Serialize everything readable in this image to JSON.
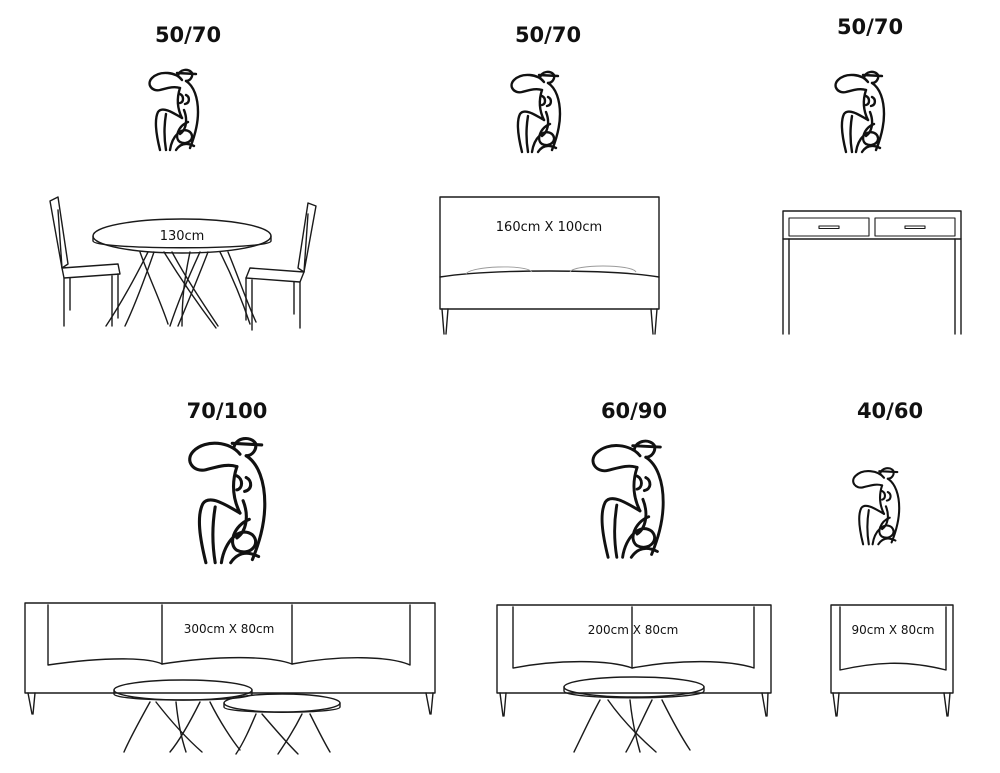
{
  "scenes": [
    {
      "title": "50/70",
      "furniture": "dining-table",
      "dimension": "130cm"
    },
    {
      "title": "50/70",
      "furniture": "bed",
      "dimension": "160cm X 100cm"
    },
    {
      "title": "50/70",
      "furniture": "console",
      "dimension": ""
    },
    {
      "title": "70/100",
      "furniture": "sofa-large",
      "dimension": "300cm X 80cm"
    },
    {
      "title": "60/90",
      "furniture": "sofa-medium",
      "dimension": "200cm X 80cm"
    },
    {
      "title": "40/60",
      "furniture": "armchair",
      "dimension": "90cm X 80cm"
    }
  ],
  "artwork": {
    "subject": "seated-figure-line-art",
    "icon": "line-art-figure-icon"
  },
  "colors": {
    "line": "#1a1a1a",
    "background": "#ffffff"
  }
}
